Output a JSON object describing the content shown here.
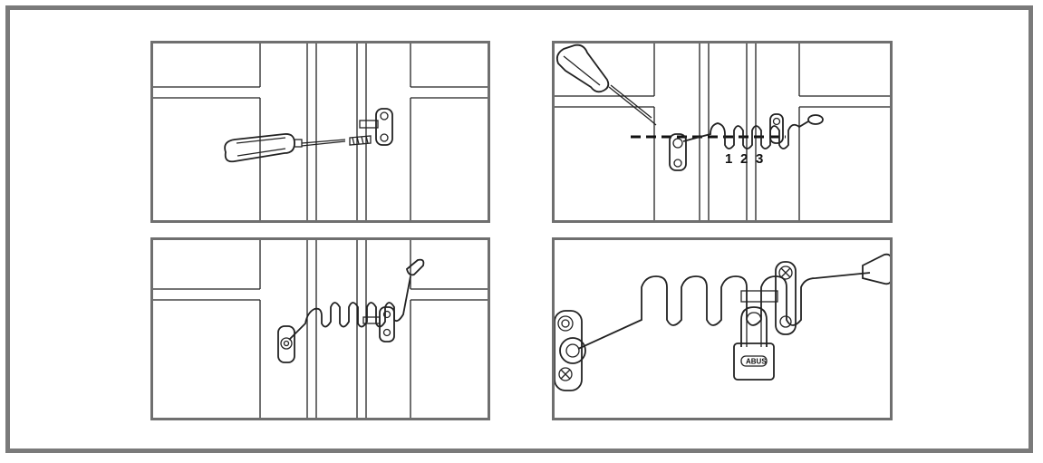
{
  "steps": [
    {
      "id": 1,
      "action": "screw-fixing-plate"
    },
    {
      "id": 2,
      "action": "fix-hanger-plate",
      "markers": [
        "1",
        "2",
        "3"
      ]
    },
    {
      "id": 3,
      "action": "mount-cable"
    },
    {
      "id": 4,
      "action": "lock-with-padlock",
      "padlock_brand": "ABUS"
    }
  ],
  "colors": {
    "frame": "#7a7a7a",
    "panel_border": "#6f6f6f",
    "line": "#222222",
    "background": "#ffffff"
  }
}
